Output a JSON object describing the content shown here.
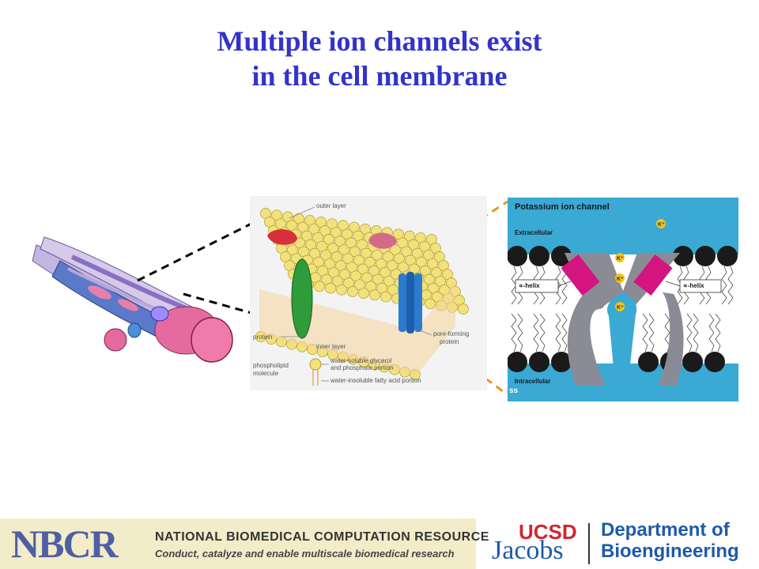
{
  "title": {
    "line1": "Multiple ion channels exist",
    "line2": "in the cell membrane"
  },
  "membrane_diagram": {
    "outer_layer": "outer layer",
    "protein": "protein",
    "inner_layer": "inner layer",
    "pore_forming_protein_line1": "pore-forming",
    "pore_forming_protein_line2": "protein",
    "phospholipid_line1": "phospholipid",
    "phospholipid_line2": "molecule",
    "glycerol_line1": "water-soluble glycerol",
    "glycerol_line2": "and phosphate portion",
    "fatty_acid": "water-insoluble fatty acid portion"
  },
  "channel_diagram": {
    "title": "Potassium ion channel",
    "extracellular": "Extracellular",
    "intracellular": "Intracellular",
    "helix_left": "∝-helix",
    "helix_right": "∝-helix",
    "ion_label": "K⁺",
    "corner_text": "ss"
  },
  "footer": {
    "nbcr_logo": "NBCR",
    "nbcr_name": "NATIONAL BIOMEDICAL COMPUTATION RESOURCE",
    "nbcr_tagline": "Conduct, catalyze and enable multiscale biomedical research",
    "ucsd": "UCSD",
    "jacobs": "Jacobs",
    "dept_line1": "Department of",
    "dept_line2": "Bioengineering"
  },
  "colors": {
    "title": "#3333cc",
    "channel_bg": "#3aa9d4",
    "helix": "#d4147f",
    "lipid_head": "#1a1a1a",
    "ion": "#f2c318"
  }
}
